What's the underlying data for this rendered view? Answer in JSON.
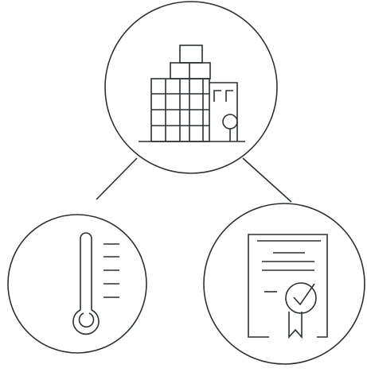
{
  "colors": {
    "background": "#ffffff",
    "line": "#2b3134"
  },
  "nodes": [
    {
      "id": "top",
      "icon": "office-building-icon"
    },
    {
      "id": "left",
      "icon": "thermometer-icon"
    },
    {
      "id": "right",
      "icon": "certificate-icon"
    }
  ]
}
